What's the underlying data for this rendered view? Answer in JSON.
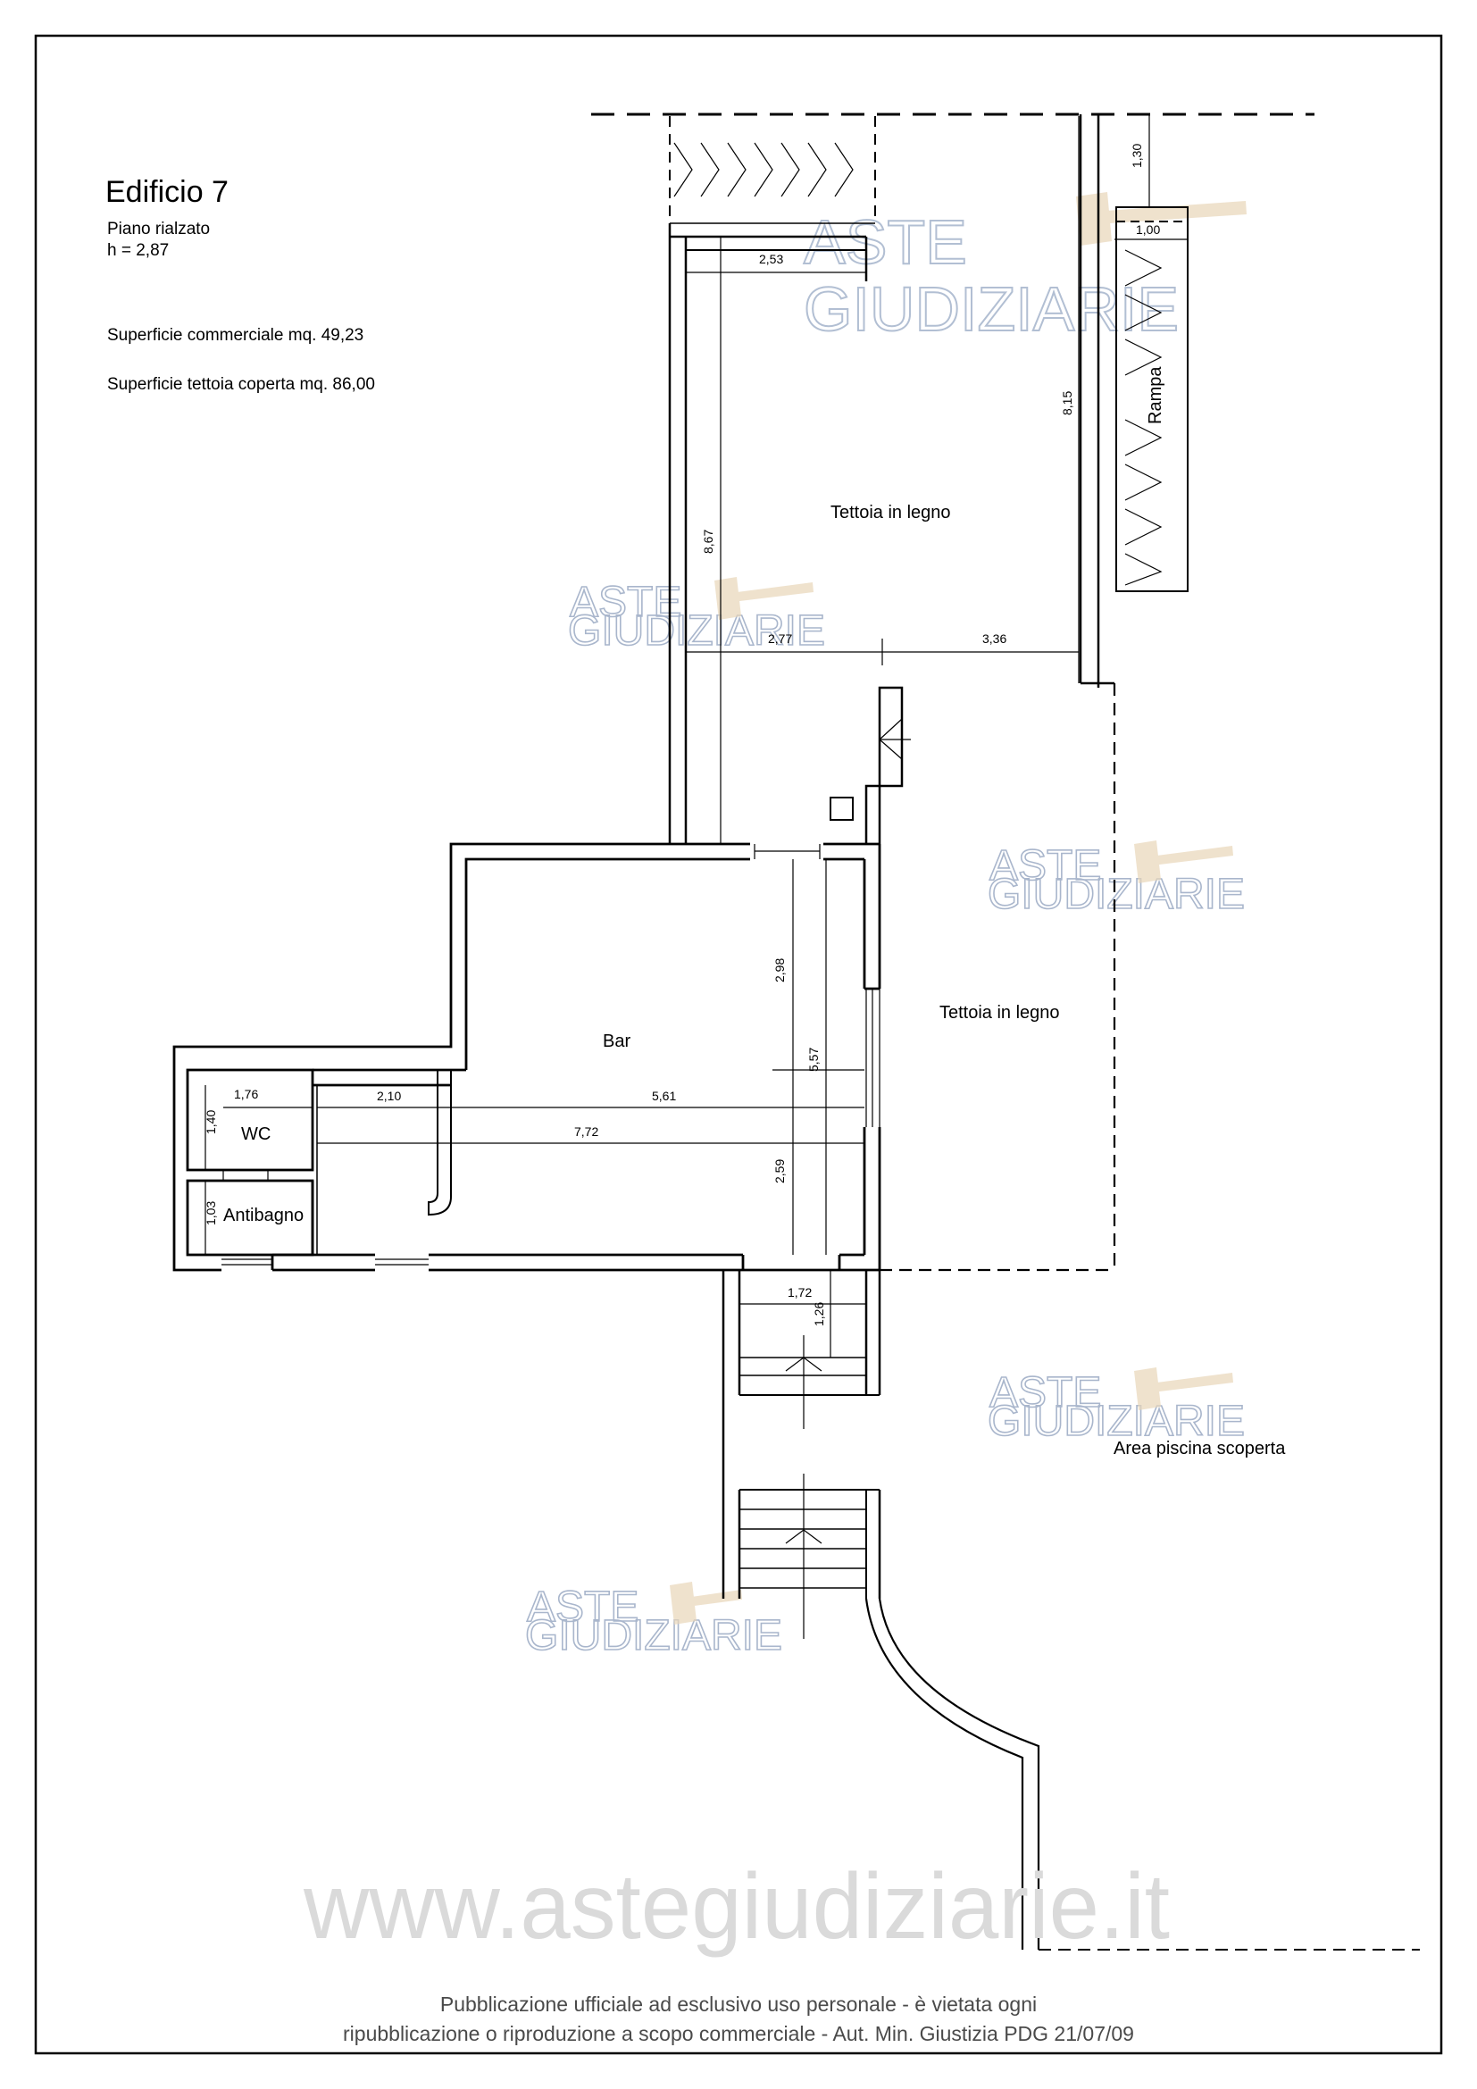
{
  "header": {
    "title": "Edificio 7",
    "floor": "Piano rialzato",
    "height": "h = 2,87"
  },
  "info": {
    "commercial_area": "Superficie commerciale mq. 49,23",
    "canopy_area": "Superficie tettoia coperta mq. 86,00"
  },
  "rooms": {
    "canopy_top": "Tettoia in legno",
    "canopy_right": "Tettoia in legno",
    "bar": "Bar",
    "wc": "WC",
    "antibagno": "Antibagno",
    "ramp": "Rampa",
    "pool": "Area piscina scoperta"
  },
  "dimensions": {
    "d_130": "1,30",
    "d_100": "1,00",
    "d_253": "2,53",
    "d_815": "8,15",
    "d_867": "8,67",
    "d_277": "2,77",
    "d_336": "3,36",
    "d_298": "2,98",
    "d_557": "5,57",
    "d_176": "1,76",
    "d_210": "2,10",
    "d_561": "5,61",
    "d_140": "1,40",
    "d_772": "7,72",
    "d_259": "2,59",
    "d_103": "1,03",
    "d_172": "1,72",
    "d_126": "1,26"
  },
  "watermarks": {
    "word1": "ASTE",
    "word2": "GIUDIZIARIE",
    "site": "www.astegiudiziarie.it"
  },
  "footer": {
    "line1": "Pubblicazione ufficiale ad esclusivo uso personale - è vietata ogni",
    "line2": "ripubblicazione o riproduzione a scopo commerciale - Aut. Min. Giustizia PDG 21/07/09"
  }
}
